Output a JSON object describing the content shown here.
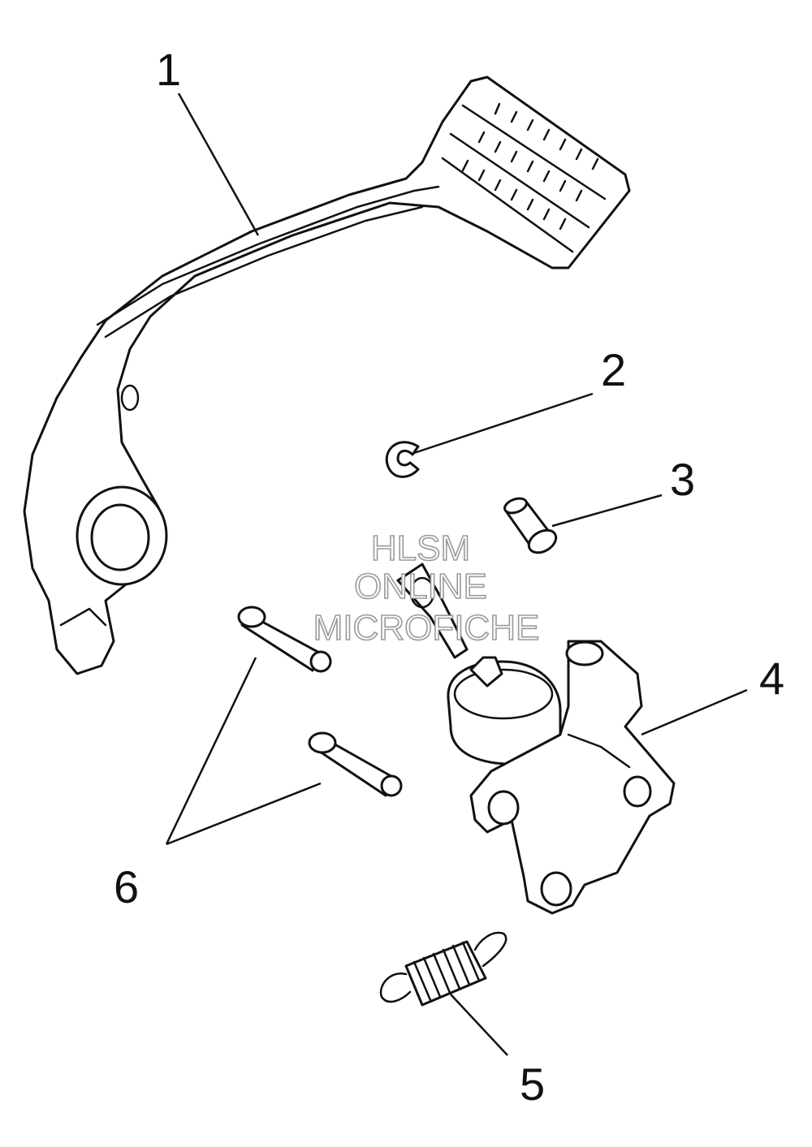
{
  "callouts": {
    "part_1": "1",
    "part_2": "2",
    "part_3": "3",
    "part_4": "4",
    "part_5": "5",
    "part_6": "6"
  },
  "watermark": {
    "line1": "HLSM",
    "line2": "ONLINE",
    "line3": "MICROFICHE"
  },
  "colors": {
    "line": "#111111",
    "watermark_outline": "#9a9a9a",
    "background": "#ffffff"
  }
}
